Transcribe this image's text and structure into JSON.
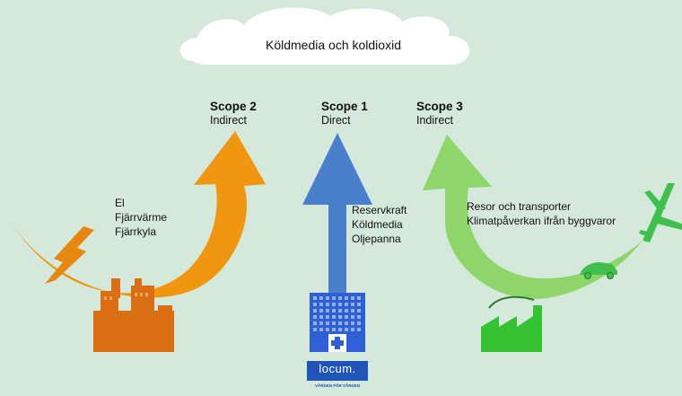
{
  "cloud": {
    "label": "Köldmedia och koldioxid"
  },
  "scopes": [
    {
      "id": "scope2",
      "title": "Scope 2",
      "subtitle": "Indirect",
      "color": "#f0960f",
      "sources": [
        "El",
        "Fjärrvärme",
        "Fjärrkyla"
      ]
    },
    {
      "id": "scope1",
      "title": "Scope 1",
      "subtitle": "Direct",
      "color": "#4a7fcc",
      "sources": [
        "Reservkraft",
        "Köldmedia",
        "Oljepanna"
      ]
    },
    {
      "id": "scope3",
      "title": "Scope 3",
      "subtitle": "Indirect",
      "color": "#8ed66a",
      "sources": [
        "Resor och transporter",
        "Klimatpåverkan ifrån byggvaror"
      ]
    }
  ],
  "logo": {
    "name": "locum.",
    "tagline": "VÅRDEN FÖR VÅRDEN"
  },
  "colors": {
    "background": "#d4e8dc",
    "scope2": "#f0960f",
    "scope1": "#4a7fcc",
    "scope3": "#8ed66a",
    "city": "#d96e14",
    "lightning": "#e8870f",
    "hospital": "#2f5fd6",
    "factory": "#34c232",
    "plane": "#3fbf4b"
  },
  "icons": [
    "cloud-icon",
    "lightning-icon",
    "city-icon",
    "hospital-icon",
    "factory-icon",
    "car-icon",
    "airplane-icon",
    "locum-logo-icon"
  ]
}
